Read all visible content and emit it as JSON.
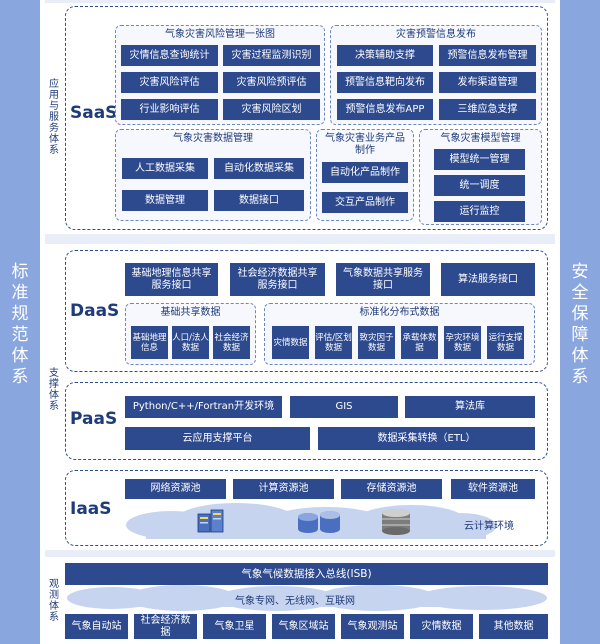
{
  "left_column": {
    "title": "标准规范体系"
  },
  "right_column": {
    "title": "安全保障体系"
  },
  "top_section": {
    "side_label": "应用与服务体系",
    "saas": {
      "label": "SaaS",
      "risk_map": {
        "title": "气象灾害风险管理一张图",
        "items": [
          "灾情信息查询统计",
          "灾害过程监测识别",
          "灾害风险评估",
          "灾害风险预评估",
          "行业影响评估",
          "灾害风险区划"
        ]
      },
      "warning": {
        "title": "灾害预警信息发布",
        "items": [
          "决策辅助支撑",
          "预警信息发布管理",
          "预警信息靶向发布",
          "发布渠道管理",
          "预警信息发布APP",
          "三维应急支撑"
        ]
      },
      "data_mgmt": {
        "title": "气象灾害数据管理",
        "items": [
          "人工数据采集",
          "自动化数据采集",
          "数据管理",
          "数据接口"
        ]
      },
      "product": {
        "title": "气象灾害业务产品制作",
        "items": [
          "自动化产品制作",
          "交互产品制作"
        ]
      },
      "model": {
        "title": "气象灾害模型管理",
        "items": [
          "模型统一管理",
          "统一调度",
          "运行监控"
        ]
      }
    }
  },
  "middle_section": {
    "side_label": "支撑体系",
    "daas": {
      "label": "DaaS",
      "top_items": [
        "基础地理信息共享服务接口",
        "社会经济数据共享服务接口",
        "气象数据共享服务接口",
        "算法服务接口"
      ],
      "basic": {
        "title": "基础共享数据",
        "items": [
          "基础地理信息",
          "人口/法人数据",
          "社会经济数据"
        ]
      },
      "standard": {
        "title": "标准化分布式数据",
        "items": [
          "灾情数据",
          "评估/区划数据",
          "致灾因子数据",
          "承载体数据",
          "孕灾环境数据",
          "运行支撑数据"
        ]
      }
    },
    "paas": {
      "label": "PaaS",
      "items": [
        "Python/C++/Fortran开发环境",
        "GIS",
        "算法库",
        "云应用支撑平台",
        "数据采集转换（ETL）"
      ]
    },
    "iaas": {
      "label": "IaaS",
      "items": [
        "网络资源池",
        "计算资源池",
        "存储资源池",
        "软件资源池"
      ],
      "cloud_label": "云计算环境"
    }
  },
  "bottom_section": {
    "side_label": "观测体系",
    "bus": "气象气候数据接入总线(ISB)",
    "network": "气象专网、无线网、互联网",
    "sources": [
      "气象自动站",
      "社会经济数据",
      "气象卫星",
      "气象区域站",
      "气象观测站",
      "灾情数据",
      "其他数据"
    ]
  },
  "colors": {
    "box": "#2e4a8f",
    "side": "#8aa6df",
    "panel": "#e8edf8",
    "accent_text": "#1f3b7a"
  }
}
